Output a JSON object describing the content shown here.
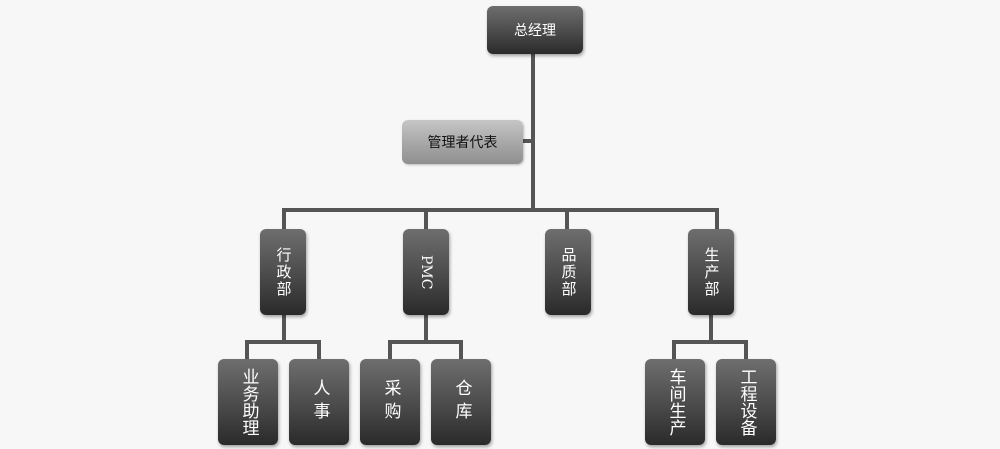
{
  "org_chart": {
    "root": {
      "label": "总经理"
    },
    "assistant": {
      "label": "管理者代表"
    },
    "departments": [
      {
        "label": "行政部",
        "children": [
          "业务助理",
          "人事"
        ]
      },
      {
        "label": "PMC",
        "children": [
          "采购",
          "仓库"
        ]
      },
      {
        "label": "品质部",
        "children": []
      },
      {
        "label": "生产部",
        "children": [
          "车间生产",
          "工程设备"
        ]
      }
    ]
  },
  "colors": {
    "background": "#f7f7f7",
    "connector": "#555555",
    "node_dark": "#3c3c3c",
    "node_light": "#a6a6a6"
  }
}
